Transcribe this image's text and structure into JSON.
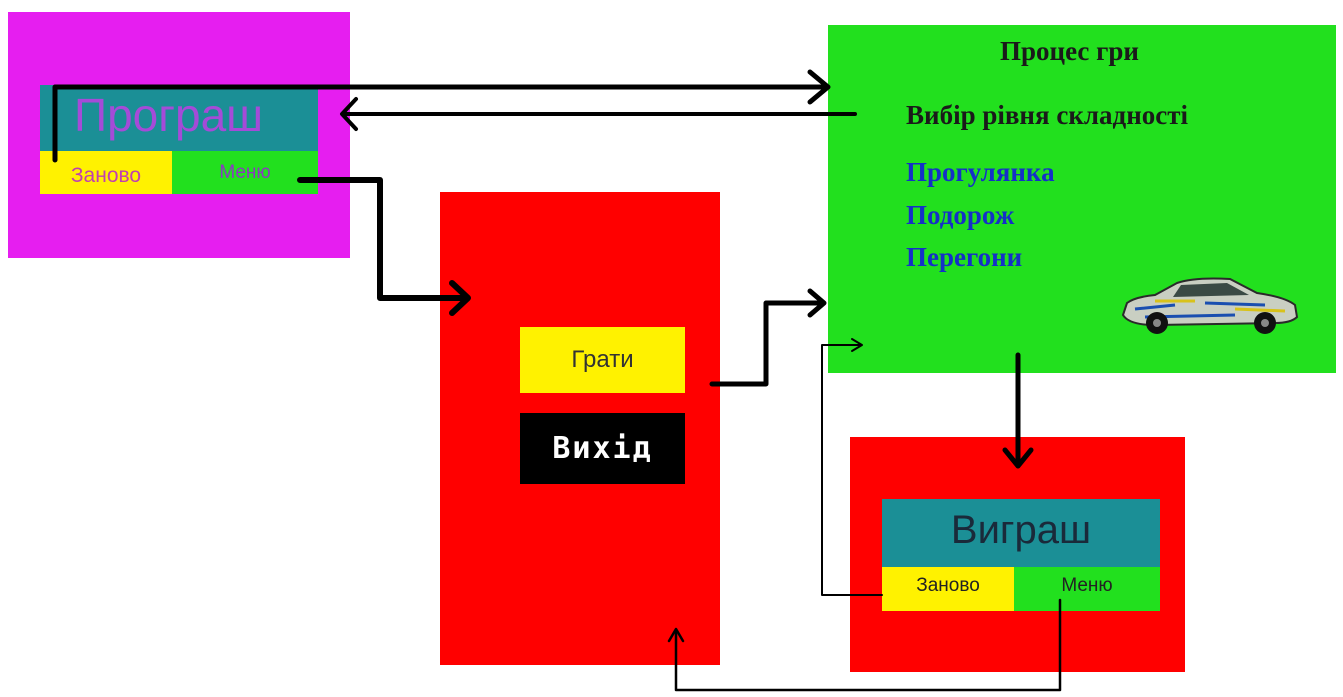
{
  "colors": {
    "lose_bg": "#e61ef0",
    "banner_teal": "#1b8f96",
    "yellow": "#fff200",
    "green": "#22e01e",
    "red": "#ff0000",
    "black": "#000000",
    "level_blue": "#1530c8"
  },
  "lose_screen": {
    "title": "Програш",
    "restart": "Заново",
    "menu": "Меню"
  },
  "main_menu": {
    "play": "Грати",
    "exit": "Вихід"
  },
  "game_screen": {
    "title": "Процес гри",
    "subtitle": "Вибір  рівня складності",
    "levels": [
      "Прогулянка",
      "Подорож",
      "Перегони"
    ],
    "car_icon": "race-car-icon"
  },
  "win_screen": {
    "title": "Виграш",
    "restart": "Заново",
    "menu": "Меню"
  }
}
